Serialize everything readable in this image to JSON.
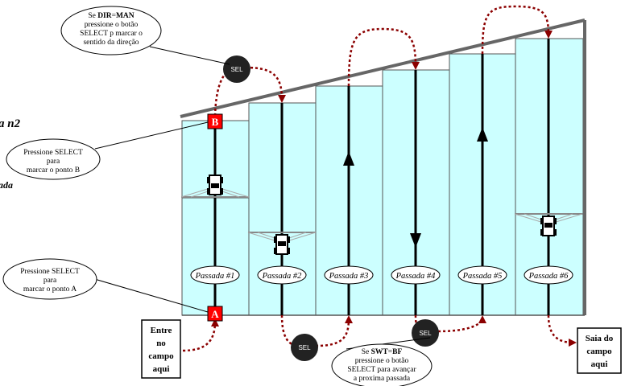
{
  "labels": {
    "point_a": "A",
    "point_b": "B",
    "sel": "SEL",
    "left_fragment_1": "a n2",
    "left_fragment_2": "ada"
  },
  "passes": [
    "Passada #1",
    "Passada #2",
    "Passada #3",
    "Passada #4",
    "Passada #5",
    "Passada #6"
  ],
  "callouts": {
    "dir_man": {
      "pre": "Se ",
      "bold": "DIR",
      "eq": "=",
      "bold2": "MAN",
      "line2": "pressione o botão",
      "line3": "SELECT p marcar o",
      "line4": "sentido da direção"
    },
    "point_b": {
      "line1": "Pressione SELECT",
      "line2": "para",
      "line3": "marcar o ponto B"
    },
    "point_a": {
      "line1": "Pressione SELECT",
      "line2": "para",
      "line3": "marcar o ponto A"
    },
    "swt_bf": {
      "pre": "Se ",
      "bold": "SWT",
      "eq": "=",
      "bold2": "BF",
      "line2": "pressione o botão",
      "line3": "SELECT para avançar",
      "line4": "a proxima passada"
    }
  },
  "boxes": {
    "enter": [
      "Entre",
      "no",
      "campo",
      "aqui"
    ],
    "exit": [
      "Saia do",
      "campo",
      "aqui"
    ]
  },
  "colors": {
    "field": "#ccffff",
    "marker_red": "#ff0000",
    "path_red": "#8b0000",
    "sel_button": "#222222",
    "border": "#666666"
  }
}
